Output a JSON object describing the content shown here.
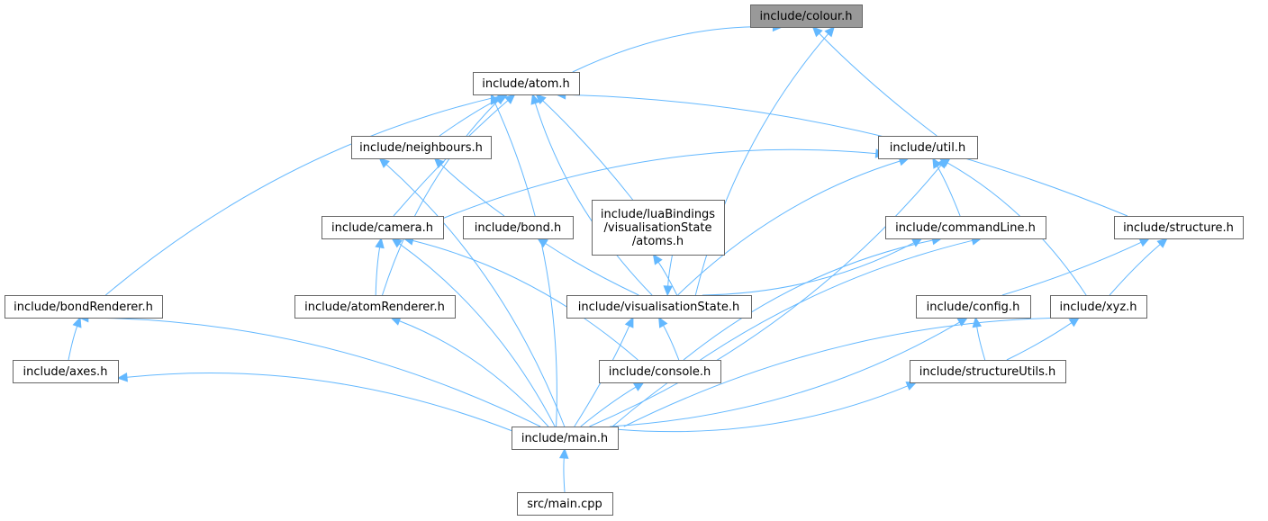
{
  "nodes": {
    "colour": {
      "label": [
        "include/colour.h"
      ],
      "highlight": true
    },
    "atom": {
      "label": [
        "include/atom.h"
      ]
    },
    "neighbours": {
      "label": [
        "include/neighbours.h"
      ]
    },
    "util": {
      "label": [
        "include/util.h"
      ]
    },
    "camera": {
      "label": [
        "include/camera.h"
      ]
    },
    "bond": {
      "label": [
        "include/bond.h"
      ]
    },
    "lua": {
      "label": [
        "include/luaBindings",
        "/visualisationState",
        "/atoms.h"
      ]
    },
    "commandline": {
      "label": [
        "include/commandLine.h"
      ]
    },
    "structure": {
      "label": [
        "include/structure.h"
      ]
    },
    "bondrenderer": {
      "label": [
        "include/bondRenderer.h"
      ]
    },
    "atomrenderer": {
      "label": [
        "include/atomRenderer.h"
      ]
    },
    "visstate": {
      "label": [
        "include/visualisationState.h"
      ]
    },
    "config": {
      "label": [
        "include/config.h"
      ]
    },
    "xyz": {
      "label": [
        "include/xyz.h"
      ]
    },
    "axes": {
      "label": [
        "include/axes.h"
      ]
    },
    "console": {
      "label": [
        "include/console.h"
      ]
    },
    "structureutils": {
      "label": [
        "include/structureUtils.h"
      ]
    },
    "mainh": {
      "label": [
        "include/main.h"
      ]
    },
    "maincpp": {
      "label": [
        "src/main.cpp"
      ]
    }
  },
  "edges": [
    {
      "from": "atom",
      "to": "colour"
    },
    {
      "from": "visstate",
      "to": "colour"
    },
    {
      "from": "util",
      "to": "colour"
    },
    {
      "from": "neighbours",
      "to": "atom"
    },
    {
      "from": "camera",
      "to": "atom"
    },
    {
      "from": "lua",
      "to": "atom"
    },
    {
      "from": "visstate",
      "to": "atom"
    },
    {
      "from": "structure",
      "to": "atom"
    },
    {
      "from": "bondrenderer",
      "to": "atom"
    },
    {
      "from": "atomrenderer",
      "to": "atom"
    },
    {
      "from": "mainh",
      "to": "atom"
    },
    {
      "from": "bond",
      "to": "neighbours"
    },
    {
      "from": "mainh",
      "to": "neighbours"
    },
    {
      "from": "camera",
      "to": "util"
    },
    {
      "from": "commandline",
      "to": "util"
    },
    {
      "from": "visstate",
      "to": "util"
    },
    {
      "from": "xyz",
      "to": "util"
    },
    {
      "from": "mainh",
      "to": "util"
    },
    {
      "from": "atomrenderer",
      "to": "camera"
    },
    {
      "from": "console",
      "to": "camera"
    },
    {
      "from": "mainh",
      "to": "camera"
    },
    {
      "from": "visstate",
      "to": "bond"
    },
    {
      "from": "visstate",
      "to": "lua"
    },
    {
      "from": "lua",
      "to": "visstate"
    },
    {
      "from": "visstate",
      "to": "commandline"
    },
    {
      "from": "console",
      "to": "commandline"
    },
    {
      "from": "mainh",
      "to": "commandline"
    },
    {
      "from": "config",
      "to": "structure"
    },
    {
      "from": "xyz",
      "to": "structure"
    },
    {
      "from": "axes",
      "to": "bondrenderer"
    },
    {
      "from": "mainh",
      "to": "bondrenderer"
    },
    {
      "from": "mainh",
      "to": "atomrenderer"
    },
    {
      "from": "console",
      "to": "visstate"
    },
    {
      "from": "mainh",
      "to": "visstate"
    },
    {
      "from": "structureutils",
      "to": "config"
    },
    {
      "from": "mainh",
      "to": "config"
    },
    {
      "from": "structureutils",
      "to": "xyz"
    },
    {
      "from": "mainh",
      "to": "xyz"
    },
    {
      "from": "mainh",
      "to": "axes"
    },
    {
      "from": "mainh",
      "to": "console"
    },
    {
      "from": "mainh",
      "to": "structureutils"
    },
    {
      "from": "maincpp",
      "to": "mainh"
    }
  ]
}
